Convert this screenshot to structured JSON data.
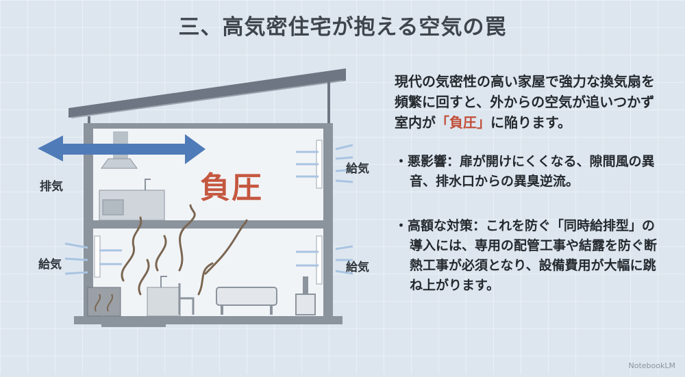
{
  "title": "三、高気密住宅が抱える空気の罠",
  "labels": {
    "exhaust": "排気",
    "supply_left": "給気",
    "supply_right_top": "給気",
    "supply_right_bottom": "給気",
    "negative_pressure": "負圧"
  },
  "intro": {
    "before": "現代の気密性の高い家屋で強力な換気扇を頻繁に回すと、外からの空気が追いつかず室内が",
    "highlight": "「負圧」",
    "after": "に陥ります。"
  },
  "bullets": [
    "・悪影響：扉が開けにくくなる、隙間風の異音、排水口からの異臭逆流。",
    "・高額な対策：これを防ぐ「同時給排型」の導入には、専用の配管工事や結露を防ぐ断熱工事が必須となり、設備費用が大幅に跳ね上がります。"
  ],
  "watermark": "NotebookLM",
  "colors": {
    "accent": "#c5573f",
    "exhaust_arrow": "#4f7bb8",
    "supply_arrow": "#a9c4e2",
    "smell": "#7a6652"
  }
}
